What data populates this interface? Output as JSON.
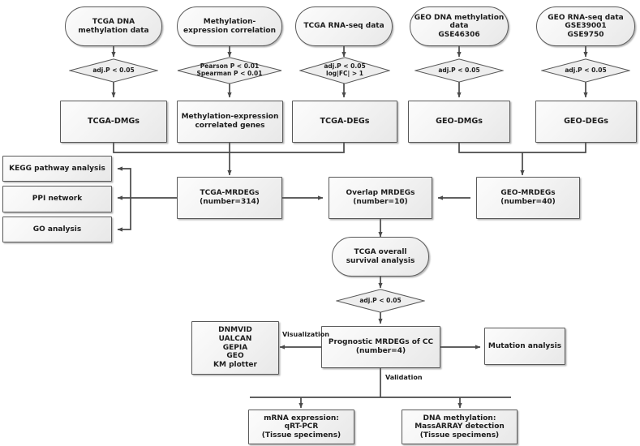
{
  "diagram": {
    "title": "Study workflow flowchart",
    "colors": {
      "line": "#4a4a4a",
      "node_border": "#595959",
      "node_fill_light": "#fcfcfc",
      "node_fill_dark": "#e8e8e8",
      "text": "#1c1c1c",
      "background": "#ffffff"
    },
    "sources": [
      {
        "id": "src-tcga-dna-meth",
        "label": "TCGA DNA\nmethylation data"
      },
      {
        "id": "src-meth-expr-corr",
        "label": "Methylation-\nexpression correlation"
      },
      {
        "id": "src-tcga-rnaseq",
        "label": "TCGA RNA-seq data"
      },
      {
        "id": "src-geo-dna-meth",
        "label": "GEO DNA methylation\ndata\nGSE46306"
      },
      {
        "id": "src-geo-rnaseq",
        "label": "GEO RNA-seq data\nGSE39001\nGSE9750"
      }
    ],
    "filters": [
      {
        "id": "filter-tcga-dmg",
        "label": "adj.P < 0.05"
      },
      {
        "id": "filter-corr",
        "label": "Pearson P < 0.01\nSpearman P < 0.01"
      },
      {
        "id": "filter-tcga-deg",
        "label": "adj.P < 0.05\nlog|FC| > 1"
      },
      {
        "id": "filter-geo-dmg",
        "label": "adj.P < 0.05"
      },
      {
        "id": "filter-geo-deg",
        "label": "adj.P < 0.05"
      },
      {
        "id": "filter-survival",
        "label": "adj.P < 0.05"
      }
    ],
    "gene_sets": [
      {
        "id": "set-tcga-dmgs",
        "label": "TCGA-DMGs"
      },
      {
        "id": "set-meth-expr-genes",
        "label": "Methylation-expression\ncorrelated genes"
      },
      {
        "id": "set-tcga-degs",
        "label": "TCGA-DEGs"
      },
      {
        "id": "set-geo-dmgs",
        "label": "GEO-DMGs"
      },
      {
        "id": "set-geo-degs",
        "label": "GEO-DEGs"
      }
    ],
    "analyses": [
      {
        "id": "analysis-kegg",
        "label": "KEGG pathway analysis"
      },
      {
        "id": "analysis-ppi",
        "label": "PPI network"
      },
      {
        "id": "analysis-go",
        "label": "GO analysis"
      }
    ],
    "mrdegs": [
      {
        "id": "mrdeg-tcga",
        "label": "TCGA-MRDEGs\n(number=314)",
        "count": 314
      },
      {
        "id": "mrdeg-overlap",
        "label": "Overlap MRDEGs\n(number=10)",
        "count": 10
      },
      {
        "id": "mrdeg-geo",
        "label": "GEO-MRDEGs\n(number=40)",
        "count": 40
      }
    ],
    "survival": {
      "id": "survival-node",
      "label": "TCGA overall\nsurvival analysis"
    },
    "prognostic": {
      "id": "prognostic-node",
      "label": "Prognostic MRDEGs of CC\n(number=4)",
      "count": 4
    },
    "visualization_tools": {
      "id": "viz-tools",
      "label": "DNMVID\nUALCAN\nGEPIA\nGEO\nKM plotter"
    },
    "mutation": {
      "id": "mutation-node",
      "label": "Mutation analysis"
    },
    "validation": [
      {
        "id": "validate-mrna",
        "label": "mRNA expression:\nqRT-PCR\n(Tissue specimens)"
      },
      {
        "id": "validate-dna-meth",
        "label": "DNA methylation:\nMassARRAY detection\n(Tissue specimens)"
      }
    ],
    "edge_labels": [
      {
        "id": "edge-visualization",
        "label": "Visualization"
      },
      {
        "id": "edge-validation",
        "label": "Validation"
      }
    ]
  }
}
